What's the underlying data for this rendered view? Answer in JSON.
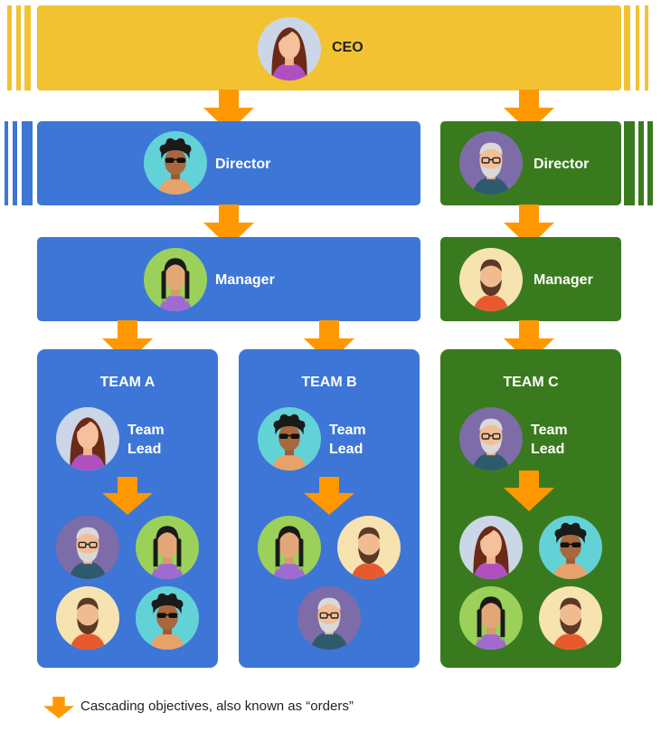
{
  "colors": {
    "ceo_yellow": "#F2C232",
    "blue": "#3D76D6",
    "green": "#3A7A1E",
    "arrow_orange": "#FF9800"
  },
  "ceo": {
    "label": "CEO",
    "avatar": "woman-long-hair-avatar"
  },
  "directors": [
    {
      "label": "Director",
      "branch": "blue",
      "avatar": "curly-hair-sunglasses-avatar"
    },
    {
      "label": "Director",
      "branch": "green",
      "avatar": "gray-hair-glasses-beard-avatar"
    }
  ],
  "managers": [
    {
      "label": "Manager",
      "branch": "blue",
      "avatar": "woman-braids-avatar"
    },
    {
      "label": "Manager",
      "branch": "green",
      "avatar": "man-beard-avatar"
    }
  ],
  "teams": [
    {
      "title": "TEAM A",
      "lead_label": "Team Lead",
      "lead_label_line1": "Team",
      "lead_label_line2": "Lead",
      "lead_avatar": "woman-long-hair-avatar",
      "members": [
        "gray-hair-glasses-beard-avatar",
        "woman-braids-avatar",
        "man-beard-avatar",
        "curly-hair-sunglasses-avatar"
      ]
    },
    {
      "title": "TEAM B",
      "lead_label": "Team Lead",
      "lead_label_line1": "Team",
      "lead_label_line2": "Lead",
      "lead_avatar": "curly-hair-sunglasses-avatar",
      "members": [
        "woman-braids-avatar",
        "man-beard-avatar",
        "gray-hair-glasses-beard-avatar"
      ]
    },
    {
      "title": "TEAM C",
      "lead_label": "Team Lead",
      "lead_label_line1": "Team",
      "lead_label_line2": "Lead",
      "lead_avatar": "gray-hair-glasses-beard-avatar",
      "members": [
        "woman-long-hair-avatar",
        "curly-hair-sunglasses-avatar",
        "woman-braids-avatar",
        "man-beard-avatar"
      ]
    }
  ],
  "legend": {
    "icon": "down-arrow-icon",
    "text": "Cascading objectives, also known as “orders”"
  }
}
